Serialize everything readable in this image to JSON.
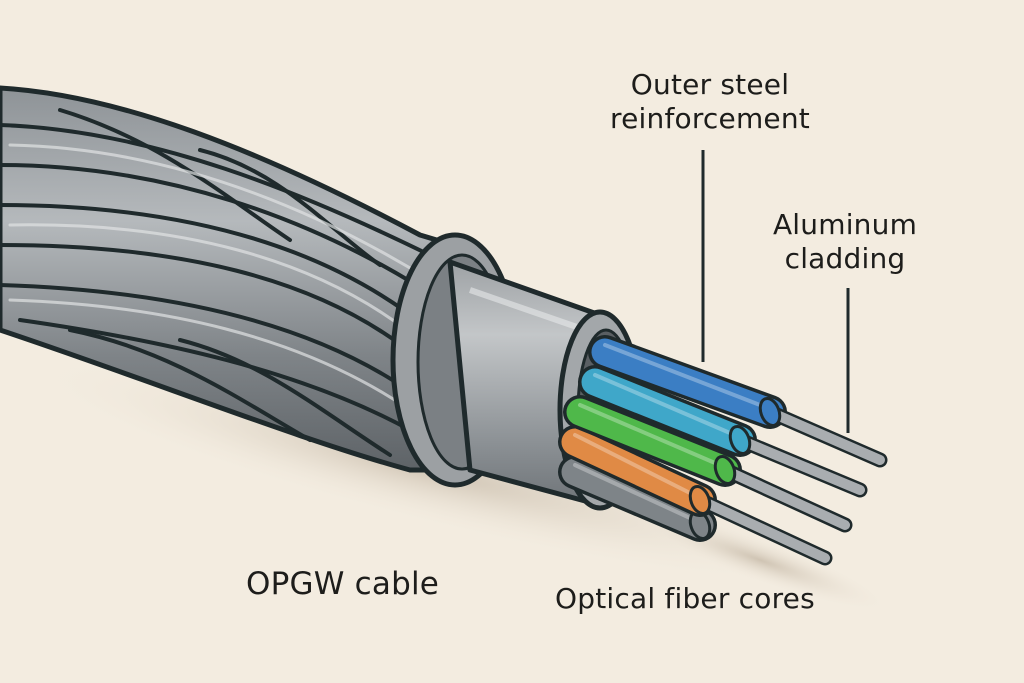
{
  "title": "OPGW cable cross-section illustration",
  "labels": {
    "outer_steel": [
      "Outer steel",
      "reinforcement"
    ],
    "aluminum": [
      "Aluminum",
      "cladding"
    ],
    "cable_name": "OPGW cable",
    "fiber_cores": "Optical fiber cores"
  },
  "colors": {
    "background": "#f3ece0",
    "outline": "#1f2a2c",
    "steel_light": "#b9bdc0",
    "steel_mid": "#8d9296",
    "steel_dark": "#676c70",
    "tube": "#a2a6a9",
    "fiber_blue": "#3b7ec4",
    "fiber_cyan": "#3fa7c9",
    "fiber_green": "#4fb84a",
    "fiber_orange": "#e08a45",
    "fiber_grey": "#7e8488",
    "rod": "#a9adb0",
    "text": "#1d1d1b"
  },
  "fiber_cores": [
    {
      "name": "blue",
      "color_key": "fiber_blue"
    },
    {
      "name": "cyan",
      "color_key": "fiber_cyan"
    },
    {
      "name": "green",
      "color_key": "fiber_green"
    },
    {
      "name": "orange",
      "color_key": "fiber_orange"
    },
    {
      "name": "grey",
      "color_key": "fiber_grey"
    }
  ]
}
